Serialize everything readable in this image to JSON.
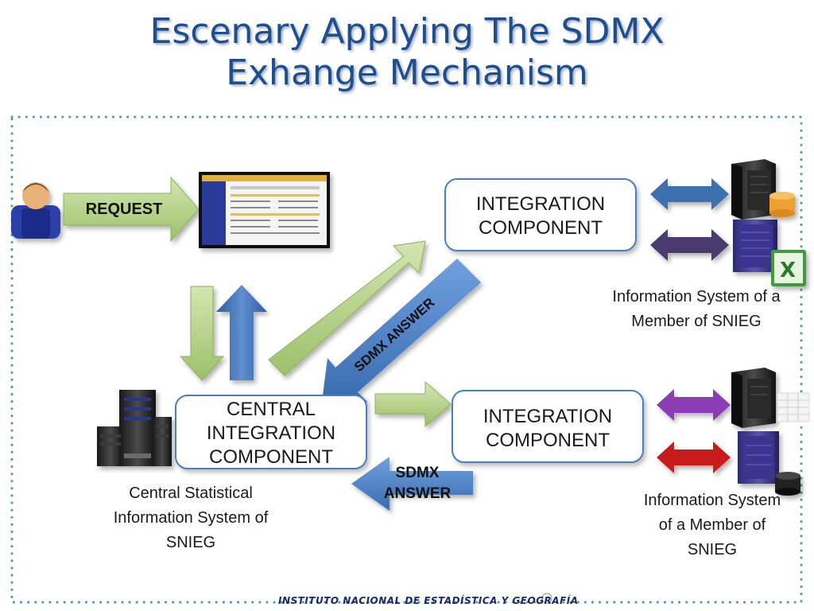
{
  "title": {
    "line1": "Escenary Applying The SDMX",
    "line2": "Exhange Mechanism"
  },
  "labels": {
    "request": "REQUEST",
    "sdmx_answer_diag": "SDMX ANSWER",
    "sdmx_answer_bottom_1": "SDMX",
    "sdmx_answer_bottom_2": "ANSWER"
  },
  "boxes": {
    "integration_top": {
      "line1": "INTEGRATION",
      "line2": "COMPONENT"
    },
    "integration_bottom": {
      "line1": "INTEGRATION",
      "line2": "COMPONENT"
    },
    "central": {
      "line1": "CENTRAL",
      "line2": "INTEGRATION",
      "line3": "COMPONENT"
    }
  },
  "captions": {
    "member_top": {
      "line1": "Information System of a",
      "line2": "Member of SNIEG"
    },
    "member_bottom": {
      "line1": "Information System",
      "line2": "of a Member of",
      "line3": "SNIEG"
    },
    "central": {
      "line1": "Central Statistical",
      "line2": "Information System of",
      "line3": "SNIEG"
    }
  },
  "footer": "INSTITUTO NACIONAL DE ESTADÍSTICA Y GEOGRAFÍA",
  "colors": {
    "title": "#1f4e8c",
    "box_border": "#4a7fbf",
    "green_arrow": "#b5d18a",
    "blue_arrow": "#3d6fae",
    "purple_arrow": "#8a3db5",
    "red_arrow": "#c81e1e",
    "dark_purple_arrow": "#4a3a6e",
    "dotted_border": "#4a9a9a"
  },
  "icons": [
    "user-icon",
    "browser-screenshot-icon",
    "server-icon",
    "database-icon",
    "excel-icon",
    "server-cluster-icon",
    "spreadsheet-icon"
  ]
}
